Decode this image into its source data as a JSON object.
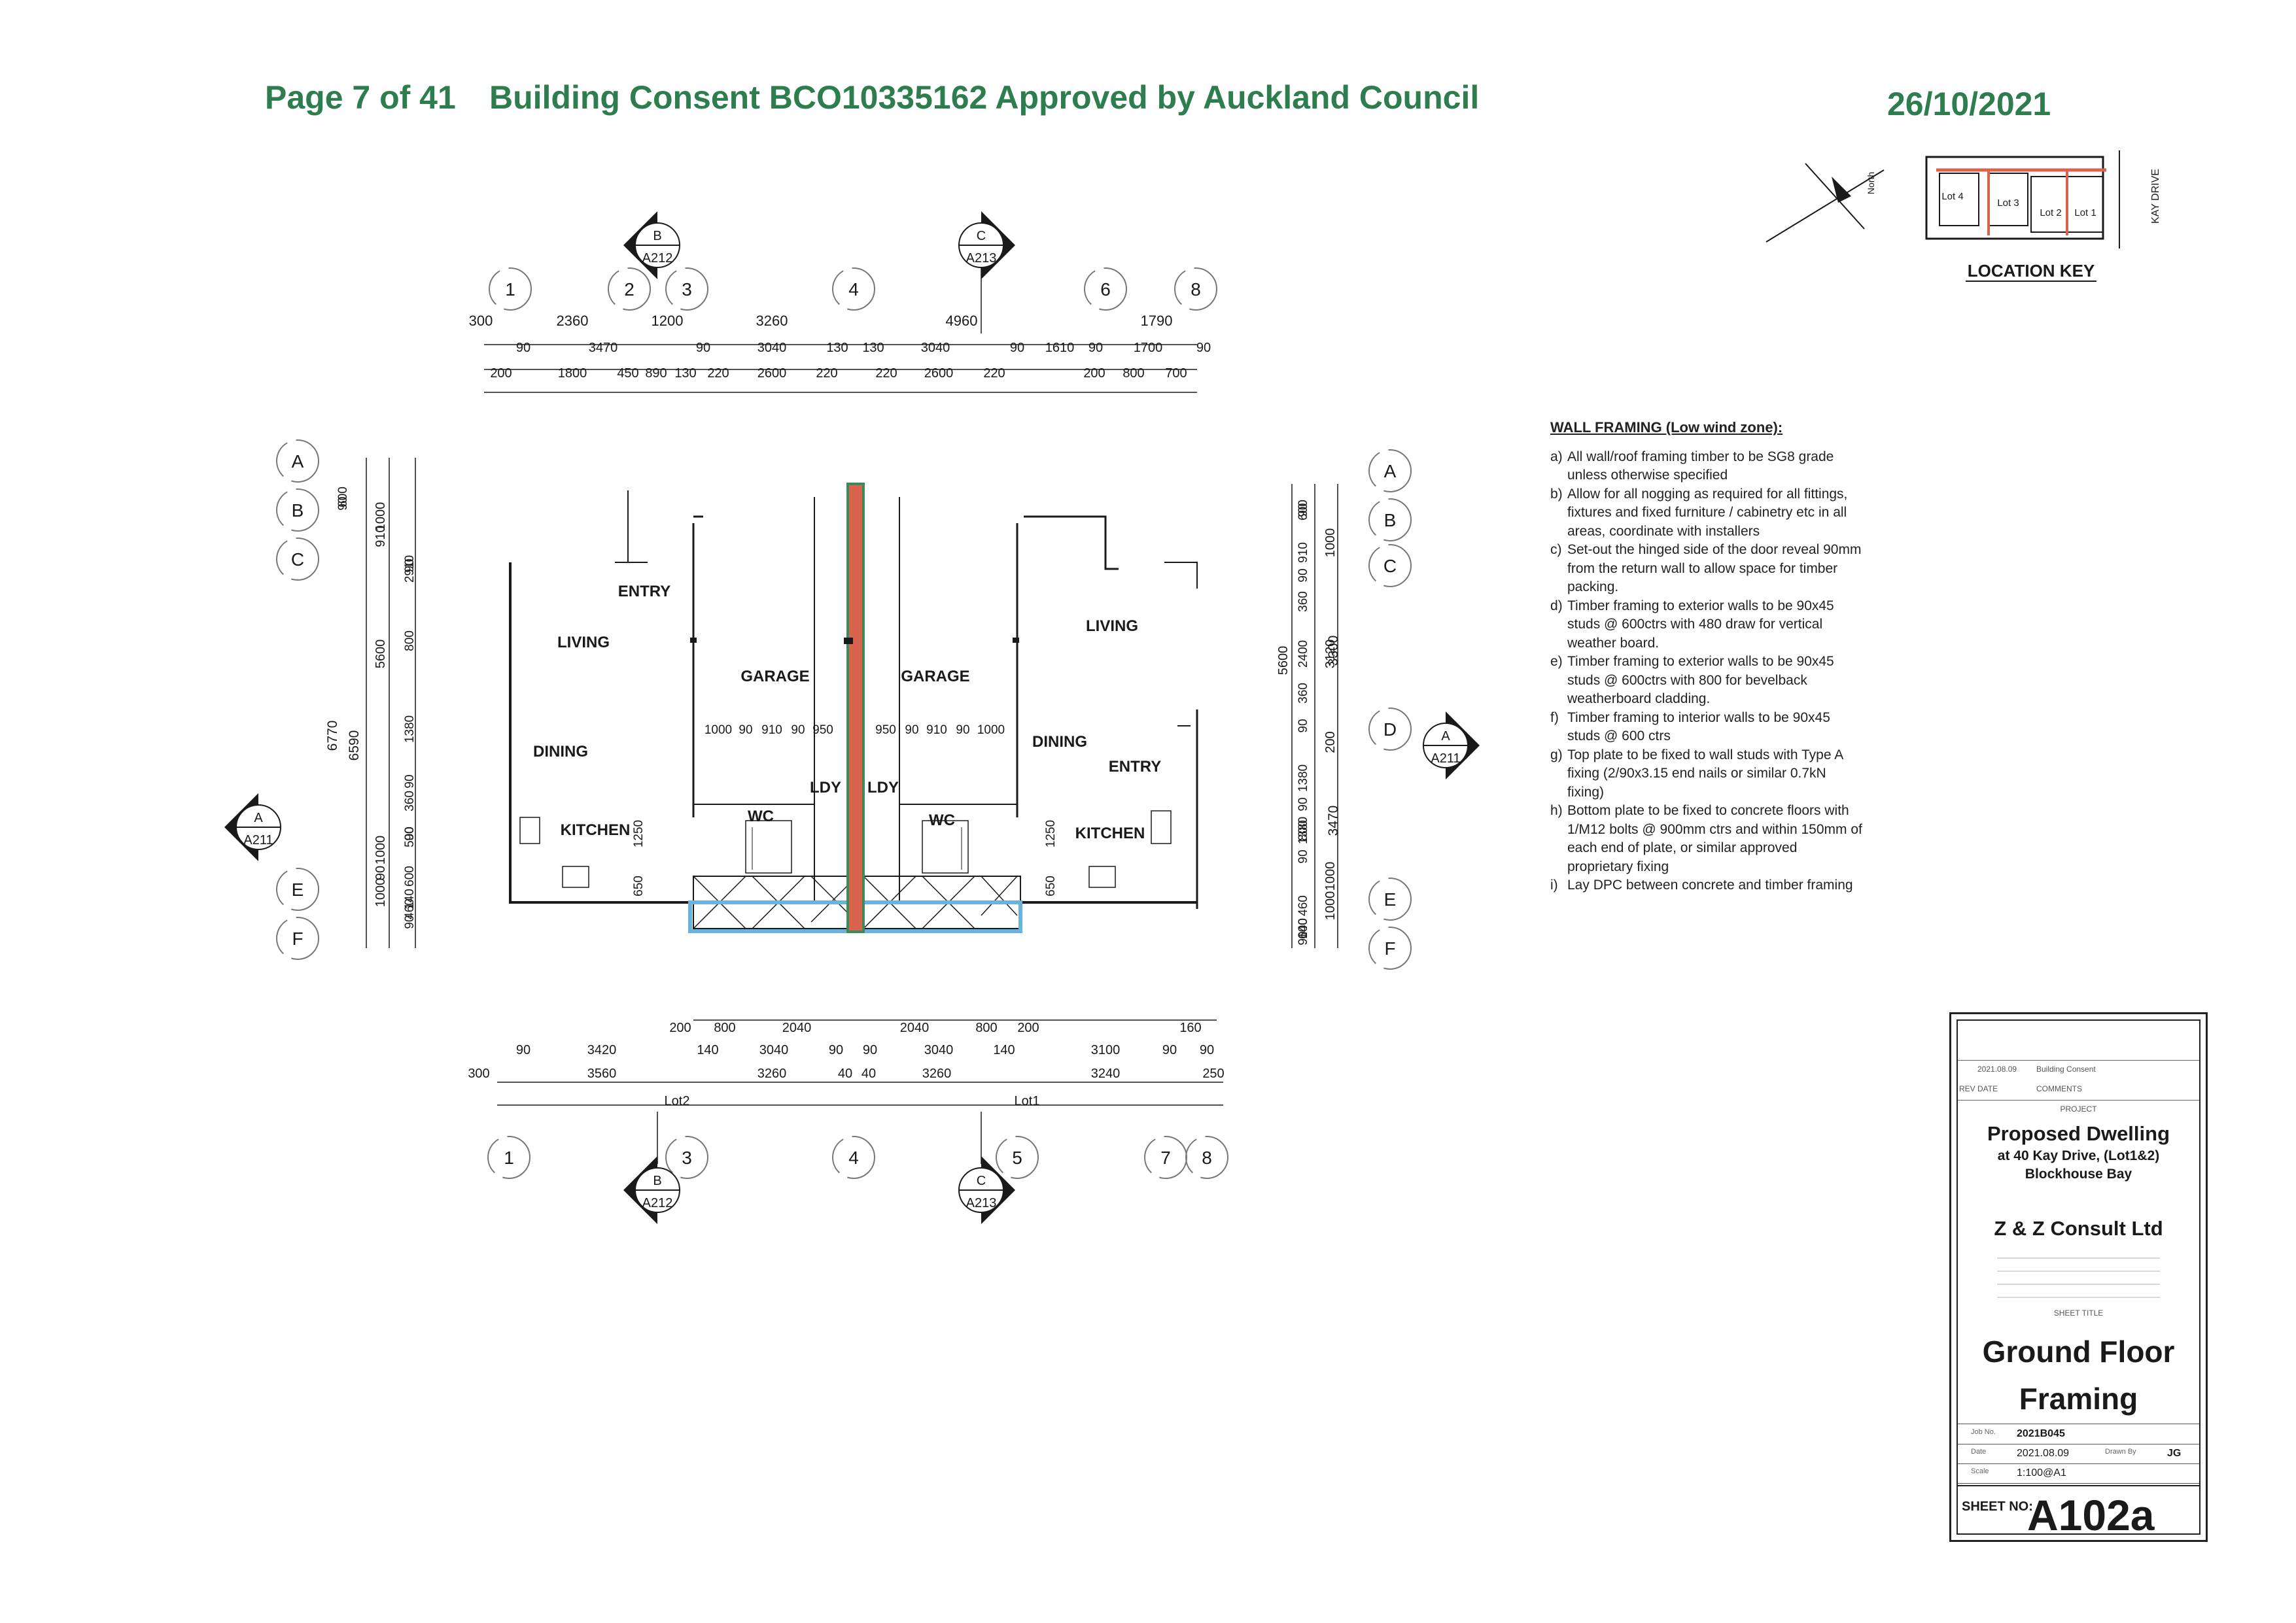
{
  "header": {
    "page": "Page 7 of 41",
    "consent": "Building Consent BCO10335162 Approved by Auckland Council",
    "date": "26/10/2021"
  },
  "location_key": {
    "label": "LOCATION KEY",
    "lots": [
      "Lot 4",
      "Lot 3",
      "Lot 2",
      "Lot 1"
    ],
    "street": "KAY DRIVE",
    "north": "North"
  },
  "grids": {
    "top": [
      "1",
      "2",
      "3",
      "4",
      "6",
      "8"
    ],
    "bottom": [
      "1",
      "3",
      "4",
      "5",
      "7",
      "8"
    ],
    "left": [
      "A",
      "B",
      "C",
      "E",
      "F"
    ],
    "right": [
      "A",
      "B",
      "C",
      "D",
      "E",
      "F"
    ]
  },
  "section_markers": [
    {
      "letter": "B",
      "ref": "A212"
    },
    {
      "letter": "C",
      "ref": "A213"
    },
    {
      "letter": "A",
      "ref": "A211"
    },
    {
      "letter": "A",
      "ref": "A211"
    },
    {
      "letter": "B",
      "ref": "A212"
    },
    {
      "letter": "C",
      "ref": "A213"
    }
  ],
  "dimensions": {
    "top_row1": [
      "300",
      "2360",
      "1200",
      "3260",
      "4960",
      "1790"
    ],
    "top_row2": [
      "90",
      "3470",
      "90",
      "3040",
      "130",
      "130",
      "3040",
      "90",
      "1610",
      "90",
      "1700",
      "90"
    ],
    "top_row3": [
      "200",
      "1800",
      "450",
      "890",
      "130",
      "220",
      "2600",
      "220",
      "220",
      "2600",
      "220",
      "200",
      "800",
      "700"
    ],
    "left_outer": [
      "6770",
      "6590"
    ],
    "left_mid": [
      "1000",
      "910",
      "5600",
      "1000",
      "90",
      "1000"
    ],
    "left_inner": [
      "600",
      "90",
      "90",
      "2910",
      "800",
      "1380",
      "90",
      "360",
      "90",
      "500",
      "600",
      "140",
      "460",
      "90"
    ],
    "right_inner": [
      "90",
      "600",
      "910",
      "90",
      "360",
      "2400",
      "360",
      "90",
      "1380",
      "90",
      "800",
      "1380",
      "90",
      "460",
      "140",
      "600",
      "90"
    ],
    "right_mid": [
      "1000",
      "3120",
      "5600",
      "200",
      "1000",
      "1000"
    ],
    "right_outer": [
      "3300",
      "3470"
    ],
    "bottom_row1": [
      "200",
      "800",
      "2040",
      "2040",
      "800",
      "200",
      "160"
    ],
    "bottom_row2": [
      "90",
      "3420",
      "140",
      "3040",
      "90",
      "90",
      "3040",
      "140",
      "3100",
      "90",
      "90"
    ],
    "bottom_row3": [
      "300",
      "3560",
      "3260",
      "40",
      "40",
      "3260",
      "3240",
      "250"
    ],
    "lots": [
      "Lot2",
      "Lot1"
    ],
    "interior": [
      "1000",
      "90",
      "910",
      "90",
      "950",
      "950",
      "90",
      "910",
      "90",
      "1000",
      "1250",
      "650",
      "1250",
      "650"
    ]
  },
  "rooms": {
    "entry_left": "ENTRY",
    "living_left": "LIVING",
    "garage_left": "GARAGE",
    "garage_right": "GARAGE",
    "living_right": "LIVING",
    "dining_left": "DINING",
    "dining_right": "DINING",
    "entry_right": "ENTRY",
    "ldy_left": "LDY",
    "ldy_right": "LDY",
    "wc_left": "WC",
    "wc_right": "WC",
    "kitchen_left": "KITCHEN",
    "kitchen_right": "KITCHEN"
  },
  "wall_framing": {
    "title": "WALL FRAMING (Low wind zone):",
    "notes": [
      {
        "letter": "a)",
        "text": "All wall/roof framing timber to be SG8 grade unless otherwise specified"
      },
      {
        "letter": "b)",
        "text": "Allow for all nogging as required for all fittings, fixtures and fixed furniture / cabinetry etc in all areas, coordinate with installers"
      },
      {
        "letter": "c)",
        "text": "Set-out the hinged side of the door reveal 90mm from the return wall to allow space for timber packing."
      },
      {
        "letter": "d)",
        "text": "Timber framing to exterior walls to be 90x45 studs @ 600ctrs with 480 draw for vertical weather board."
      },
      {
        "letter": "e)",
        "text": "Timber framing to exterior walls to be 90x45 studs @ 600ctrs with 800 for bevelback weatherboard cladding."
      },
      {
        "letter": "f)",
        "text": "Timber framing to interior walls to be 90x45 studs @ 600 ctrs"
      },
      {
        "letter": "g)",
        "text": "Top plate to be fixed to wall studs with Type A fixing (2/90x3.15 end nails or similar 0.7kN fixing)"
      },
      {
        "letter": "h)",
        "text": "Bottom plate to be fixed to concrete floors with 1/M12 bolts @ 900mm ctrs and within 150mm of each end of plate, or similar approved proprietary fixing"
      },
      {
        "letter": "i)",
        "text": "Lay DPC between concrete and timber framing"
      }
    ]
  },
  "title_block": {
    "rev_date": "2021.08.09",
    "rev_comment": "Building Consent",
    "rev_label": "REV DATE",
    "comments_label": "COMMENTS",
    "project_label": "PROJECT",
    "project": "Proposed Dwelling",
    "address": "at 40 Kay Drive, (Lot1&2)",
    "suburb": "Blockhouse Bay",
    "company": "Z & Z Consult Ltd",
    "sheet_title_label": "SHEET TITLE",
    "sheet_title_1": "Ground Floor",
    "sheet_title_2": "Framing",
    "job_label": "Job No.",
    "job": "2021B045",
    "date_label": "Date",
    "date": "2021.08.09",
    "drawn_label": "Drawn By",
    "drawn": "JG",
    "scale_label": "Scale",
    "scale": "1:100@A1",
    "sheet_no_label": "SHEET NO:",
    "sheet_no": "A102a"
  },
  "colors": {
    "stamp_green": "#2e7d4f",
    "party_wall_red": "#d8644e",
    "party_wall_green": "#3c8a5a",
    "deck_blue": "#6ab3df",
    "ink": "#1a1a1a"
  }
}
